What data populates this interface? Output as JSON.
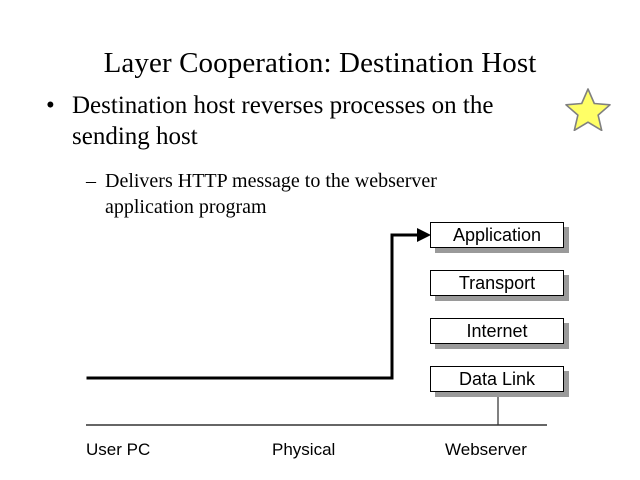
{
  "slide": {
    "title": "Layer Cooperation: Destination Host",
    "background_color": "#ffffff",
    "text_color": "#000000"
  },
  "bullets": [
    {
      "marker": "•",
      "text": "Destination host reverses processes on the sending host",
      "level": 1
    },
    {
      "marker": "–",
      "text": "Delivers HTTP message to the webserver application program",
      "level": 2
    }
  ],
  "star": {
    "name": "star-highlight",
    "fill_color": "#ffff66",
    "stroke_color": "#808080"
  },
  "diagram": {
    "layers": [
      {
        "label": "Application",
        "name": "layer-box-application"
      },
      {
        "label": "Transport",
        "name": "layer-box-transport"
      },
      {
        "label": "Internet",
        "name": "layer-box-internet"
      },
      {
        "label": "Data Link",
        "name": "layer-box-datalink"
      }
    ],
    "axis_labels": [
      {
        "label": "User PC"
      },
      {
        "label": "Physical"
      },
      {
        "label": "Webserver"
      }
    ],
    "line_color": "#000000",
    "connector_color": "#808080",
    "baseline_color": "#333333"
  }
}
